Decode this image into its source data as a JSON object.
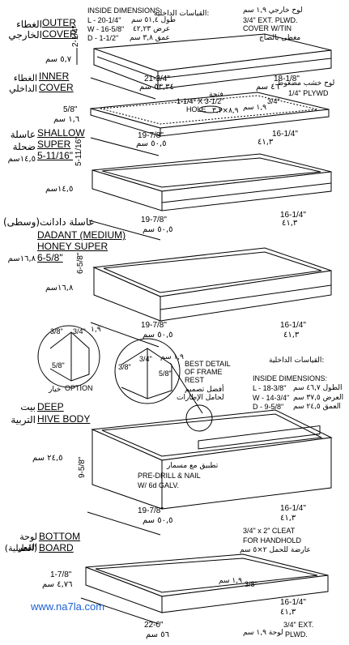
{
  "outer_cover": {
    "title_ar": "الغطاء الخارجي",
    "title_en_1": "OUTER",
    "title_en_2": "COVER",
    "inside_dims_title": "INSIDE DIMENSIONS:",
    "inside_dims_title_ar": "القياسات الداخلية:",
    "l": "L - 20-1/4\"",
    "w": "W - 16-5/8\"",
    "d": "D - 1-1/2\"",
    "l_ar": "طول ٥١,٤ سم",
    "w_ar": "عرض ٤٢,٢٣",
    "d_ar": "عمق ٣,٨ سم",
    "plywood_1": "3/4\" EXT. PLWD.",
    "plywood_2": "COVER W/TIN",
    "plywood_ar": "لوح خارجي ١,٩ سم",
    "plywood_ar_2": "مغطى بالصاج",
    "height": "2-1/4\"",
    "height_ar": "٥,٧ سم",
    "length": "21-3/4\"",
    "length_ar": "٥٣,٣٤ سم",
    "width": "18-1/8\"",
    "width_ar": "٤٦ سم"
  },
  "inner_cover": {
    "title_ar": "الغطاء الداخلي",
    "title_en_1": "INNER",
    "title_en_2": "COVER",
    "hole_1": "1-1/4\" X 3-1/2\"",
    "hole_2": "HOLE",
    "hole_ar": "فتحة",
    "hole_ar_2": "٨,٩×٣,٢",
    "plywood": "1/4\" PLYWD",
    "plywood_ar": "لوح خشب مضغوط",
    "rim": "3/4\"",
    "rim_ar": "١,٩ سم",
    "height": "5/8\"",
    "height_ar": "١,٦ سم",
    "length": "19-7/8\"",
    "length_ar": "٥٠,٥ سم",
    "width": "16-1/4\"",
    "width_ar": "٤١,٣"
  },
  "shallow_super": {
    "title_ar_1": "عاسلة",
    "title_ar_2": "ضحلة",
    "title_ar_3": "١٤,٥سم",
    "title_en_1": "SHALLOW",
    "title_en_2": "SUPER",
    "title_en_3": "5-11/16\"",
    "height": "5-11/16\"",
    "height_ar": "١٤,٥سم",
    "length": "19-7/8\"",
    "length_ar": "٥٠,٥ سم",
    "width": "16-1/4\"",
    "width_ar": "٤١,٣"
  },
  "dadant_super": {
    "title_ar": "عاسلة دادانت(وسطى)",
    "title_en_1": "DADANT (MEDIUM)",
    "title_en_2": "HONEY SUPER",
    "title_en_3": "6-5/8\"",
    "title_ar_2": "١٦,٨سم",
    "height": "6-5/8\"",
    "height_ar": "١٦,٨سم",
    "length": "19-7/8\"",
    "length_ar": "٥٠,٥ سم",
    "width": "16-1/4\"",
    "width_ar": "٤١,٣"
  },
  "details": {
    "d1": "3/8\"",
    "d2": "3/4\"",
    "d2_ar": "١,٩",
    "d3": "5/8\"",
    "option": "OPTION",
    "option_ar": "خيار",
    "d4": "3/4\"",
    "d4_ar": "١,٩ سم",
    "d5": "3/8\"",
    "d6": "5/8\"",
    "best_1": "BEST DETAIL",
    "best_2": "OF FRAME",
    "best_3": "REST",
    "best_ar_1": "أفضل تصميم",
    "best_ar_2": "لحامل الإطارات"
  },
  "deep_body": {
    "title_ar_1": "بيت",
    "title_ar_2": "التربية",
    "title_en_1": "DEEP",
    "title_en_2": "HIVE BODY",
    "inside_title_ar": "القياسات الداخلية:",
    "inside_title": "INSIDE DIMENSIONS:",
    "l": "L - 18-3/8\"",
    "w": "W - 14-3/4\"",
    "d": "D - 9-5/8\"",
    "l_ar": "الطول ٤٦,٧ سم",
    "w_ar": "العرض ٣٧,٥ سم",
    "d_ar": "العمق ٢٤,٥ سم",
    "height": "9-5/8\"",
    "height_ar": "٢٤,٥ سم",
    "nail_ar": "تطبيق مع مسمار",
    "nail_1": "PRE-DRILL & NAIL",
    "nail_2": "W/ 6d GALV.",
    "length": "19-7/8\"",
    "length_ar": "٥٠,٥ سم",
    "width": "16-1/4\"",
    "width_ar": "٤١,٣",
    "cleat_1": "3/4\" x 2\" CLEAT",
    "cleat_2": "FOR HANDHOLD",
    "cleat_ar": "عارضة للحمل ٢×٥ سم"
  },
  "bottom_board": {
    "title_ar_1": "لوحة القعر",
    "title_ar_2": "(الطبلية)",
    "title_en_1": "BOTTOM",
    "title_en_2": "BOARD",
    "height": "1-7/8\"",
    "height_ar": "٤,٧٦ سم",
    "rim": "3/8\"",
    "rim_ar": "١,٩ سم",
    "length": "22-0\"",
    "length_ar": "٥٦ سم",
    "width": "16-1/4\"",
    "width_ar": "٤١,٣",
    "plywood_ar": "لوحة ١,٩ سم",
    "plywood_1": "3/4\" EXT.",
    "plywood_2": "PLWD."
  },
  "footer": {
    "url": "www.na7la.com"
  }
}
